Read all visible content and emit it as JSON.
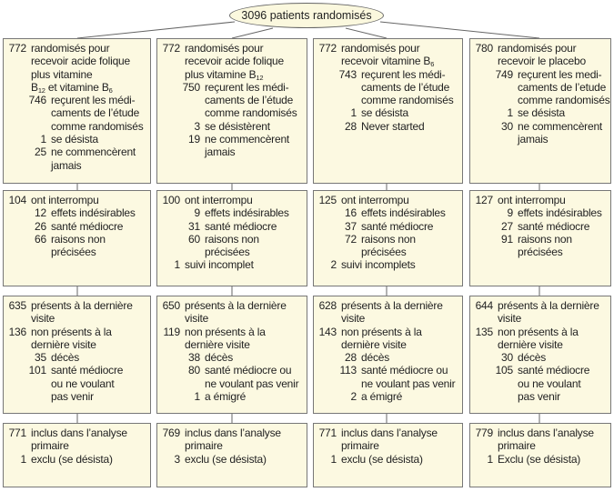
{
  "top": {
    "label": "3096 patients randomisés"
  },
  "rows": [
    [
      {
        "lines": [
          {
            "n": "772",
            "lvl": 0,
            "t": "randomisés pour"
          },
          {
            "lvl": 0,
            "t": "recevoir acide folique"
          },
          {
            "lvl": 0,
            "t": "plus vitamine"
          },
          {
            "lvl": 0,
            "t": "B",
            "sub": "12",
            "t2": " et vitamine B",
            "sub2": "6"
          },
          {
            "n": "746",
            "lvl": 1,
            "t": "reçurent les médi-"
          },
          {
            "lvl": 1,
            "t": "caments de l’étude"
          },
          {
            "lvl": 1,
            "t": "comme randomisés"
          },
          {
            "n": "1",
            "lvl": 1,
            "t": "se désista"
          },
          {
            "n": "25",
            "lvl": 1,
            "t": "ne commencèrent"
          },
          {
            "lvl": 1,
            "t": "jamais"
          }
        ]
      },
      {
        "lines": [
          {
            "n": "772",
            "lvl": 0,
            "t": "randomisés pour"
          },
          {
            "lvl": 0,
            "t": "recevoir acide folique"
          },
          {
            "lvl": 0,
            "t": "plus vitamine B",
            "sub": "12"
          },
          {
            "n": "750",
            "lvl": 1,
            "t": "reçurent les médi-"
          },
          {
            "lvl": 1,
            "t": "caments de l’étude"
          },
          {
            "lvl": 1,
            "t": "comme randomisés"
          },
          {
            "n": "3",
            "lvl": 1,
            "t": "se désistèrent"
          },
          {
            "n": "19",
            "lvl": 1,
            "t": "ne commencèrent"
          },
          {
            "lvl": 1,
            "t": "jamais"
          }
        ]
      },
      {
        "lines": [
          {
            "n": "772",
            "lvl": 0,
            "t": "randomisés pour"
          },
          {
            "lvl": 0,
            "t": "recevoir vitamine B",
            "sub": "6"
          },
          {
            "n": "743",
            "lvl": 1,
            "t": "reçurent les médi-"
          },
          {
            "lvl": 1,
            "t": "caments de l’étude"
          },
          {
            "lvl": 1,
            "t": "comme randomisés"
          },
          {
            "n": "1",
            "lvl": 1,
            "t": "se désista"
          },
          {
            "n": "28",
            "lvl": 1,
            "t": "Never started"
          }
        ]
      },
      {
        "lines": [
          {
            "n": "780",
            "lvl": 0,
            "t": "randomisés pour"
          },
          {
            "lvl": 0,
            "t": "recevoir le placebo"
          },
          {
            "n": "749",
            "lvl": 1,
            "t": "reçurent les medi-"
          },
          {
            "lvl": 1,
            "t": "caments de l’etude"
          },
          {
            "lvl": 1,
            "t": "comme randomisés"
          },
          {
            "n": "1",
            "lvl": 1,
            "t": "se désista"
          },
          {
            "n": "30",
            "lvl": 1,
            "t": "ne commencèrent"
          },
          {
            "lvl": 1,
            "t": "jamais"
          }
        ]
      }
    ],
    [
      {
        "lines": [
          {
            "n": "104",
            "lvl": 0,
            "t": "ont interrompu"
          },
          {
            "n": "12",
            "lvl": 1,
            "t": "effets indésirables"
          },
          {
            "n": "26",
            "lvl": 1,
            "t": "santé médiocre"
          },
          {
            "n": "66",
            "lvl": 1,
            "t": "raisons non"
          },
          {
            "lvl": 1,
            "t": "précisées"
          }
        ]
      },
      {
        "lines": [
          {
            "n": "100",
            "lvl": 0,
            "t": "ont interrompu"
          },
          {
            "n": "9",
            "lvl": 1,
            "t": "effets indésirables"
          },
          {
            "n": "31",
            "lvl": 1,
            "t": "santé médiocre"
          },
          {
            "n": "60",
            "lvl": 1,
            "t": "raisons non"
          },
          {
            "lvl": 1,
            "t": "précisées"
          },
          {
            "n": "1",
            "lvl": 0,
            "t": "suivi incomplet"
          }
        ]
      },
      {
        "lines": [
          {
            "n": "125",
            "lvl": 0,
            "t": "ont interrompu"
          },
          {
            "n": "16",
            "lvl": 1,
            "t": "effets indésirables"
          },
          {
            "n": "37",
            "lvl": 1,
            "t": "santé médiocre"
          },
          {
            "n": "72",
            "lvl": 1,
            "t": "raisons non"
          },
          {
            "lvl": 1,
            "t": "précisées"
          },
          {
            "n": "2",
            "lvl": 0,
            "t": "suivi incomplets"
          }
        ]
      },
      {
        "lines": [
          {
            "n": "127",
            "lvl": 0,
            "t": "ont interrompu"
          },
          {
            "n": "9",
            "lvl": 1,
            "t": "effets indésirables"
          },
          {
            "n": "27",
            "lvl": 1,
            "t": "santé médiocre"
          },
          {
            "n": "91",
            "lvl": 1,
            "t": "raisons non"
          },
          {
            "lvl": 1,
            "t": "précisées"
          }
        ]
      }
    ],
    [
      {
        "lines": [
          {
            "n": "635",
            "lvl": 0,
            "t": "présents à la dernière"
          },
          {
            "lvl": 0,
            "t": "visite"
          },
          {
            "n": "136",
            "lvl": 0,
            "t": "non présents à la"
          },
          {
            "lvl": 0,
            "t": "dernière visite"
          },
          {
            "n": "35",
            "lvl": 1,
            "t": "décès"
          },
          {
            "n": "101",
            "lvl": 1,
            "t": "santé médiocre"
          },
          {
            "lvl": 1,
            "t": "ou ne voulant"
          },
          {
            "lvl": 1,
            "t": "pas venir"
          }
        ]
      },
      {
        "lines": [
          {
            "n": "650",
            "lvl": 0,
            "t": "présents à la dernière"
          },
          {
            "lvl": 0,
            "t": "visite"
          },
          {
            "n": "119",
            "lvl": 0,
            "t": "non présents à la"
          },
          {
            "lvl": 0,
            "t": "dernière visite"
          },
          {
            "n": "38",
            "lvl": 1,
            "t": "décès"
          },
          {
            "n": "80",
            "lvl": 1,
            "t": "santé médiocre ou"
          },
          {
            "lvl": 1,
            "t": "ne voulant pas venir"
          },
          {
            "n": "1",
            "lvl": 1,
            "t": "a émigré"
          }
        ]
      },
      {
        "lines": [
          {
            "n": "628",
            "lvl": 0,
            "t": "présents à la dernière"
          },
          {
            "lvl": 0,
            "t": "visite"
          },
          {
            "n": "143",
            "lvl": 0,
            "t": "non présents à la"
          },
          {
            "lvl": 0,
            "t": "dernière visite"
          },
          {
            "n": "28",
            "lvl": 1,
            "t": "décès"
          },
          {
            "n": "113",
            "lvl": 1,
            "t": "santé médiocre ou"
          },
          {
            "lvl": 1,
            "t": "ne voulant pas venir"
          },
          {
            "n": "2",
            "lvl": 1,
            "t": "a émigré"
          }
        ]
      },
      {
        "lines": [
          {
            "n": "644",
            "lvl": 0,
            "t": "présents à la dernière"
          },
          {
            "lvl": 0,
            "t": "visite"
          },
          {
            "n": "135",
            "lvl": 0,
            "t": "non présents à la"
          },
          {
            "lvl": 0,
            "t": "dernière visite"
          },
          {
            "n": "30",
            "lvl": 1,
            "t": "décès"
          },
          {
            "n": "105",
            "lvl": 1,
            "t": "santé médiocre"
          },
          {
            "lvl": 1,
            "t": "ou ne voulant"
          },
          {
            "lvl": 1,
            "t": "pas venir"
          }
        ]
      }
    ],
    [
      {
        "lines": [
          {
            "n": "771",
            "lvl": 0,
            "t": "inclus dans l’analyse"
          },
          {
            "lvl": 0,
            "t": "primaire"
          },
          {
            "n": "1",
            "lvl": 0,
            "t": "exclu (se désista)"
          }
        ]
      },
      {
        "lines": [
          {
            "n": "769",
            "lvl": 0,
            "t": "inclus dans l’analyse"
          },
          {
            "lvl": 0,
            "t": "primaire"
          },
          {
            "n": "3",
            "lvl": 0,
            "t": "exclu (se désista)"
          }
        ]
      },
      {
        "lines": [
          {
            "n": "771",
            "lvl": 0,
            "t": "inclus dans l’analyse"
          },
          {
            "lvl": 0,
            "t": "primaire"
          },
          {
            "n": "1",
            "lvl": 0,
            "t": "exclu (se désista)"
          }
        ]
      },
      {
        "lines": [
          {
            "n": "779",
            "lvl": 0,
            "t": "inclus dans l’analyse"
          },
          {
            "lvl": 0,
            "t": "primaire"
          },
          {
            "n": "1",
            "lvl": 0,
            "t": "Exclu (se désista)"
          }
        ]
      }
    ]
  ]
}
